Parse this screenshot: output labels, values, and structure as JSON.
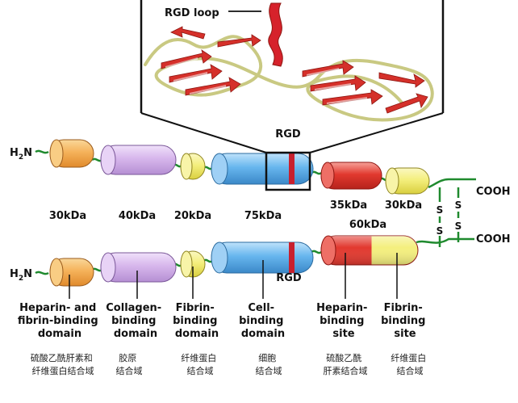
{
  "structure": {
    "rgd_loop_label": "RGD loop",
    "rgd_label_top": "RGD",
    "rgd_label_bottom": "RGD"
  },
  "termini": {
    "n_top": "H",
    "n_top_sub": "2",
    "n_top_end": "N",
    "n_bottom": "H",
    "n_bottom_sub": "2",
    "n_bottom_end": "N",
    "c_top": "COOH",
    "c_bottom": "COOH",
    "disulfide": [
      "S",
      "S",
      "S",
      "S"
    ]
  },
  "sizes": {
    "d1": "30kDa",
    "d2": "40kDa",
    "d3": "20kDa",
    "d4": "75kDa",
    "d5": "35kDa",
    "d6": "30kDa",
    "d56": "60kDa"
  },
  "domains": [
    {
      "lines": [
        "Heparin- and",
        "fibrin-binding",
        "domain"
      ],
      "cn": [
        "硫酸乙酰肝素和",
        "纤维蛋白结合域"
      ]
    },
    {
      "lines": [
        "Collagen-",
        "binding",
        "domain"
      ],
      "cn": [
        "胶原",
        "结合域"
      ]
    },
    {
      "lines": [
        "Fibrin-",
        "binding",
        "domain"
      ],
      "cn": [
        "纤维蛋白",
        "结合域"
      ]
    },
    {
      "lines": [
        "Cell-",
        "binding",
        "domain"
      ],
      "cn": [
        "细胞",
        "结合域"
      ]
    },
    {
      "lines": [
        "Heparin-",
        "binding",
        "site"
      ],
      "cn": [
        "硫酸乙酰",
        "肝素结合域"
      ]
    },
    {
      "lines": [
        "Fibrin-",
        "binding",
        "site"
      ],
      "cn": [
        "纤维蛋白",
        "结合域"
      ]
    }
  ],
  "colors": {
    "orange": "#f5b25a",
    "lavender": "#d7b6ec",
    "yellow": "#f4ef7e",
    "blue": "#67b6ee",
    "red": "#e2392f",
    "rgd_band": "#c8202e",
    "linker": "#1f8a2e"
  }
}
